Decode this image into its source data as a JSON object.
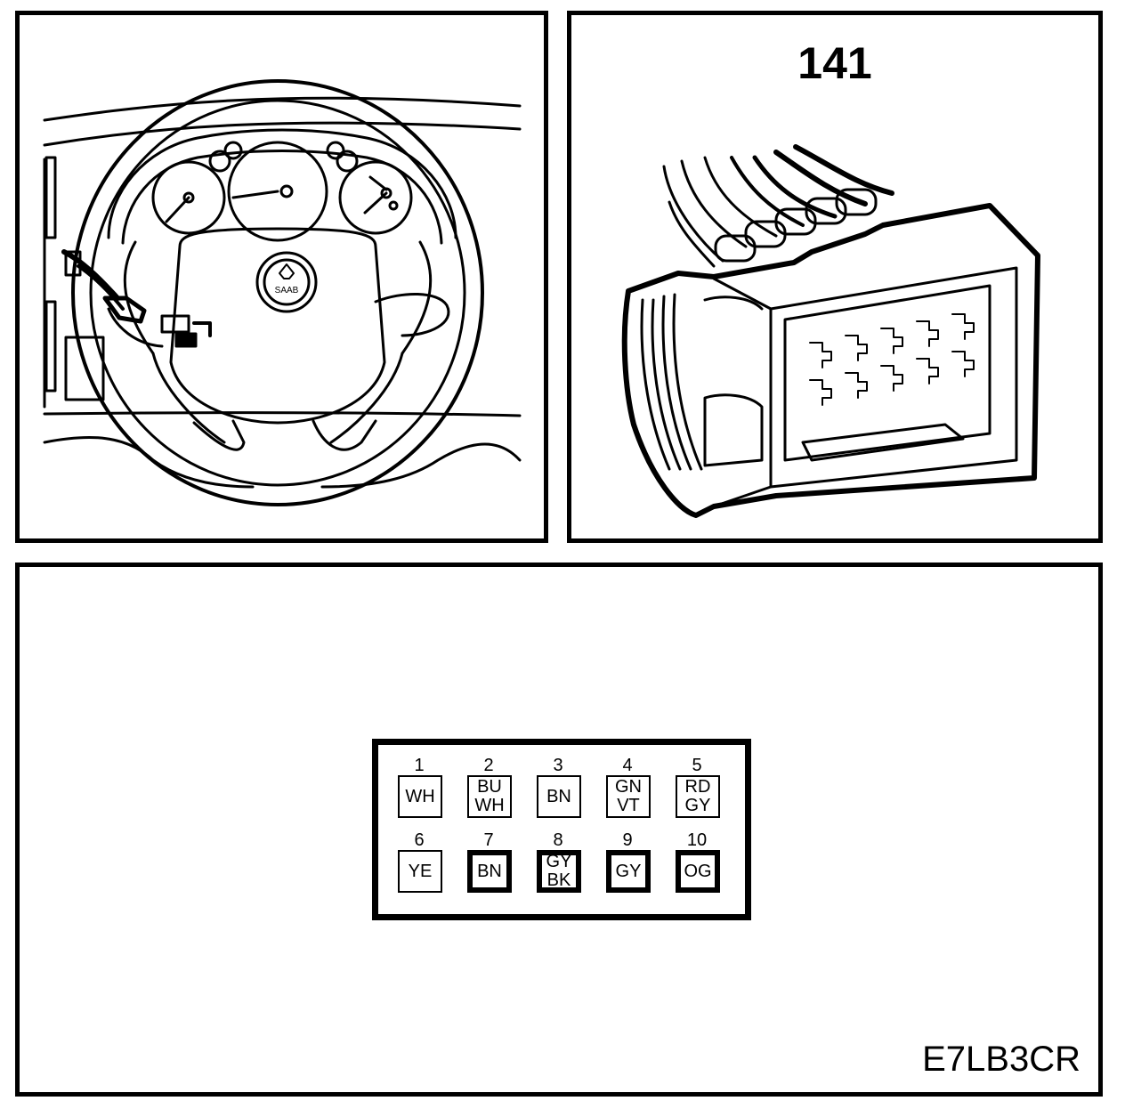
{
  "connector": {
    "number": "141"
  },
  "document": {
    "code": "E7LB3CR"
  },
  "pins": [
    {
      "num": "1",
      "colors": [
        "WH"
      ],
      "heavy": false
    },
    {
      "num": "2",
      "colors": [
        "BU",
        "WH"
      ],
      "heavy": false
    },
    {
      "num": "3",
      "colors": [
        "BN"
      ],
      "heavy": false
    },
    {
      "num": "4",
      "colors": [
        "GN",
        "VT"
      ],
      "heavy": false
    },
    {
      "num": "5",
      "colors": [
        "RD",
        "GY"
      ],
      "heavy": false
    },
    {
      "num": "6",
      "colors": [
        "YE"
      ],
      "heavy": false
    },
    {
      "num": "7",
      "colors": [
        "BN"
      ],
      "heavy": true
    },
    {
      "num": "8",
      "colors": [
        "GY",
        "BK"
      ],
      "heavy": true
    },
    {
      "num": "9",
      "colors": [
        "GY"
      ],
      "heavy": true
    },
    {
      "num": "10",
      "colors": [
        "OG"
      ],
      "heavy": true
    }
  ]
}
